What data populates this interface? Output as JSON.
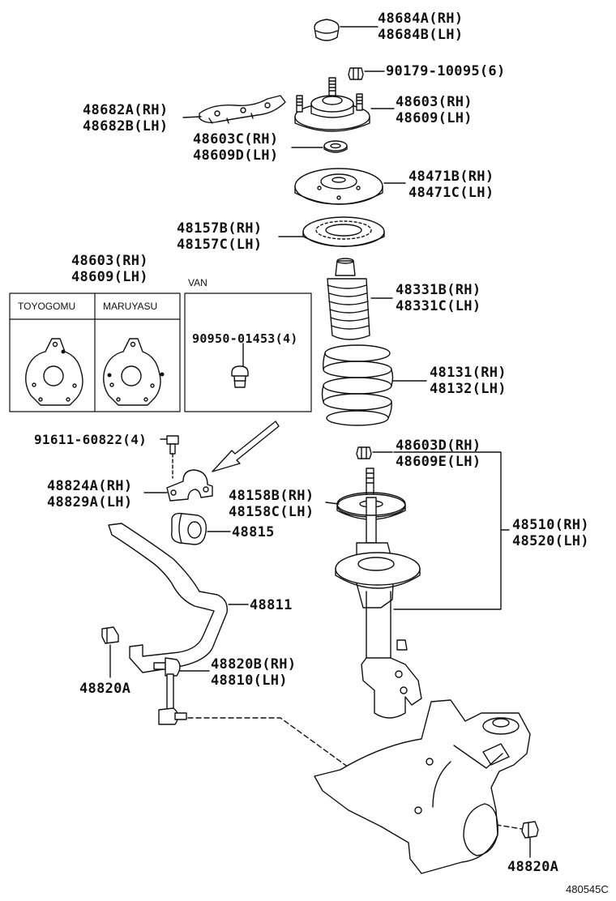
{
  "diagram_id": "480545C",
  "inset_headers": {
    "toyogomu": "TOYOGOMU",
    "maruyasu": "MARUYASU",
    "van": "VAN"
  },
  "parts": {
    "p48684a": "48684A(RH)",
    "p48684b": "48684B(LH)",
    "p90179": "90179-10095(6)",
    "p48682a": "48682A(RH)",
    "p48682b": "48682B(LH)",
    "p48603": "48603(RH)",
    "p48609": "48609(LH)",
    "p48603c": "48603C(RH)",
    "p48609d": "48609D(LH)",
    "p48471b": "48471B(RH)",
    "p48471c": "48471C(LH)",
    "p48157b": "48157B(RH)",
    "p48157c": "48157C(LH)",
    "p48603_i": "48603(RH)",
    "p48609_i": "48609(LH)",
    "p48331b": "48331B(RH)",
    "p48331c": "48331C(LH)",
    "p90950": "90950-01453(4)",
    "p48131": "48131(RH)",
    "p48132": "48132(LH)",
    "p91611": "91611-60822(4)",
    "p48603d": "48603D(RH)",
    "p48609e": "48609E(LH)",
    "p48824a": "48824A(RH)",
    "p48829a": "48829A(LH)",
    "p48158b": "48158B(RH)",
    "p48158c": "48158C(LH)",
    "p48510": "48510(RH)",
    "p48520": "48520(LH)",
    "p48815": "48815",
    "p48811": "48811",
    "p48820b": "48820B(RH)",
    "p48810": "48810(LH)",
    "p48820a_l": "48820A",
    "p48820a_r": "48820A"
  }
}
